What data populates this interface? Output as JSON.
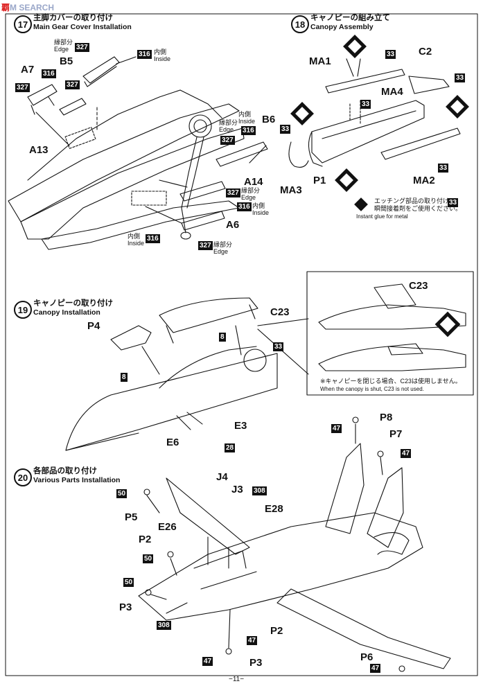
{
  "watermark": {
    "text_a": "覇",
    "text_b": "M SEARCH"
  },
  "page_number": "−11−",
  "steps": {
    "s17": {
      "num": "17",
      "title_jp": "主脚カバーの取り付け",
      "title_en": "Main Gear Cover Installation"
    },
    "s18": {
      "num": "18",
      "title_jp": "キャノピーの組み立て",
      "title_en": "Canopy Assembly"
    },
    "s19": {
      "num": "19",
      "title_jp": "キャノピーの取り付け",
      "title_en": "Canopy Installation"
    },
    "s20": {
      "num": "20",
      "title_jp": "各部品の取り付け",
      "title_en": "Various Parts Installation"
    }
  },
  "common": {
    "edge_jp": "縁部分",
    "edge_en": "Edge",
    "inside_jp": "内側",
    "inside_en": "Inside"
  },
  "parts": {
    "A7": "A7",
    "B5": "B5",
    "A13": "A13",
    "B6": "B6",
    "A14": "A14",
    "A6": "A6",
    "MA1": "MA1",
    "C2": "C2",
    "MA4": "MA4",
    "MA3": "MA3",
    "P1": "P1",
    "MA2": "MA2",
    "P4": "P4",
    "C23": "C23",
    "E3": "E3",
    "E6": "E6",
    "P8": "P8",
    "P7": "P7",
    "J4": "J4",
    "J3": "J3",
    "E28": "E28",
    "E26": "E26",
    "P5": "P5",
    "P2": "P2",
    "P3": "P3",
    "P6": "P6"
  },
  "codes": {
    "c327": "327",
    "c316": "316",
    "c33": "33",
    "c8": "8",
    "c28": "28",
    "c308": "308",
    "c50": "50",
    "c47": "47"
  },
  "notes": {
    "metal_jp_1": "エッチング部品の取り付け",
    "metal_jp_2": "瞬間接着剤をご使用ください。",
    "metal_en": "Instant glue for metal",
    "canopy_jp": "※キャノピーを閉じる場合、C23は使用しません。",
    "canopy_en": "When the canopy is shut, C23 is not used."
  }
}
